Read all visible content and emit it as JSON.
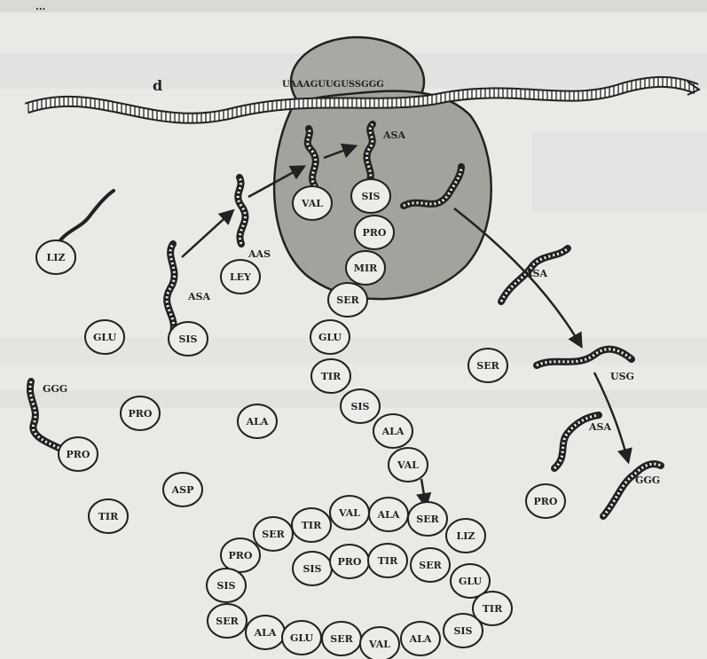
{
  "header": {
    "caption_fragment": "..."
  },
  "diagram": {
    "panel_letter": "d",
    "mrna_sequence": "UAAAGUUGUSSGGG",
    "trna_labels": {
      "incoming_asa": "ASA",
      "bound_asa": "ASA",
      "leaving_asa": "ASA",
      "usg": "USG",
      "asa_right": "ASA",
      "ggg_left": "GGG",
      "ggg_right": "GGG",
      "aas": "AAS"
    },
    "ribosome_chain": [
      "VAL",
      "SIS",
      "PRO",
      "MIR",
      "SER",
      "GLU",
      "TIR",
      "SIS",
      "ALA",
      "VAL"
    ],
    "attached_amino_acids": [
      "LEY",
      "SIS",
      "LIZ",
      "PRO"
    ],
    "free_amino_acids": [
      "GLU",
      "PRO",
      "ALA",
      "ASP",
      "TIR",
      "SER",
      "PRO"
    ],
    "protein_coil": [
      "SER",
      "TIR",
      "VAL",
      "ALA",
      "SER",
      "LIZ",
      "PRO",
      "SIS",
      "PRO",
      "TIR",
      "SER",
      "GLU",
      "SIS",
      "TIR",
      "SER",
      "ALA",
      "GLU",
      "SER",
      "VAL",
      "ALA",
      "SIS"
    ]
  }
}
